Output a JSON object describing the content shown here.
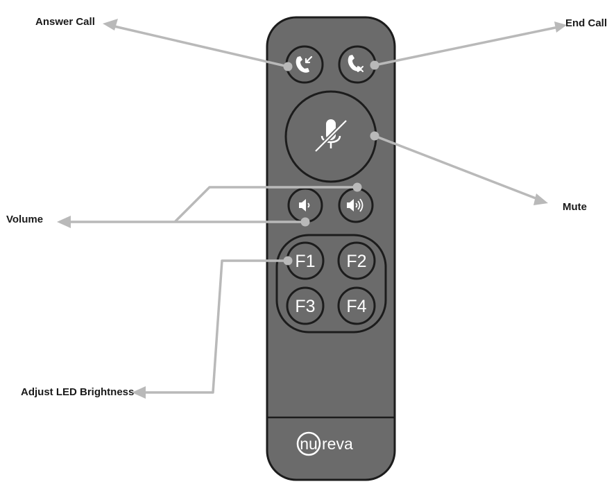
{
  "callouts": {
    "answer_call": "Answer Call",
    "end_call": "End Call",
    "mute": "Mute",
    "volume": "Volume",
    "adjust_led": "Adjust LED Brightness"
  },
  "buttons": {
    "f1": "F1",
    "f2": "F2",
    "f3": "F3",
    "f4": "F4"
  },
  "brand": {
    "prefix": "nu",
    "suffix": "reva"
  },
  "colors": {
    "remote_body": "#6b6b6b",
    "remote_outline": "#1c1c1c",
    "arrow": "#b9b9b9",
    "icon": "#ffffff"
  }
}
